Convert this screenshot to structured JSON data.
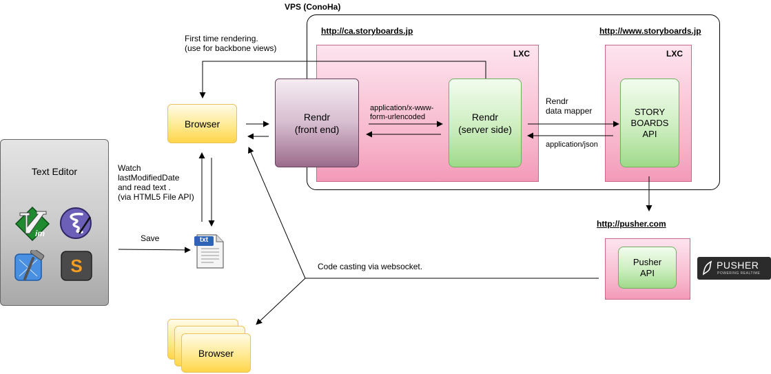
{
  "vps": {
    "label": "VPS (ConoHa)"
  },
  "domains": {
    "ca": "http://ca.storyboards.jp",
    "www": "http://www.storyboards.jp",
    "pusher": "http://pusher.com"
  },
  "lxc": {
    "label": "LXC"
  },
  "nodes": {
    "browser_top": "Browser",
    "browser_bottom": "Browser",
    "rendr_front": [
      "Rendr",
      "(front end)"
    ],
    "rendr_server": [
      "Rendr",
      "(server side)"
    ],
    "storyboards_api": [
      "STORY",
      "BOARDS",
      "API"
    ],
    "pusher_api": [
      "Pusher",
      "API"
    ],
    "text_editor": "Text Editor"
  },
  "annotations": {
    "first_render": [
      "First time rendering.",
      "(use for backbone views)"
    ],
    "form_urlencoded": [
      "application/x-www-",
      "form-urlencoded"
    ],
    "rendr_mapper": [
      "Rendr",
      "data mapper"
    ],
    "json": "application/json",
    "watch": [
      "Watch",
      "lastModifiedDate",
      "and read text .",
      "(via HTML5 File API)"
    ],
    "save": "Save",
    "websocket": "Code casting via websocket."
  },
  "file_icon": {
    "label": "txt"
  },
  "pusher_logo": {
    "name": "PUSHER",
    "tagline": "POWERING REALTIME"
  },
  "colors": {
    "lxc_pink": "#f7b6cc",
    "browser_yellow": "#ffe88a",
    "rendr_purple": "#9b6c8c",
    "api_green": "#cdeec0",
    "editor_gray": "#c9c9c9"
  },
  "icons": [
    "vim-icon",
    "emacs-icon",
    "xcode-icon",
    "sublime-text-icon"
  ]
}
